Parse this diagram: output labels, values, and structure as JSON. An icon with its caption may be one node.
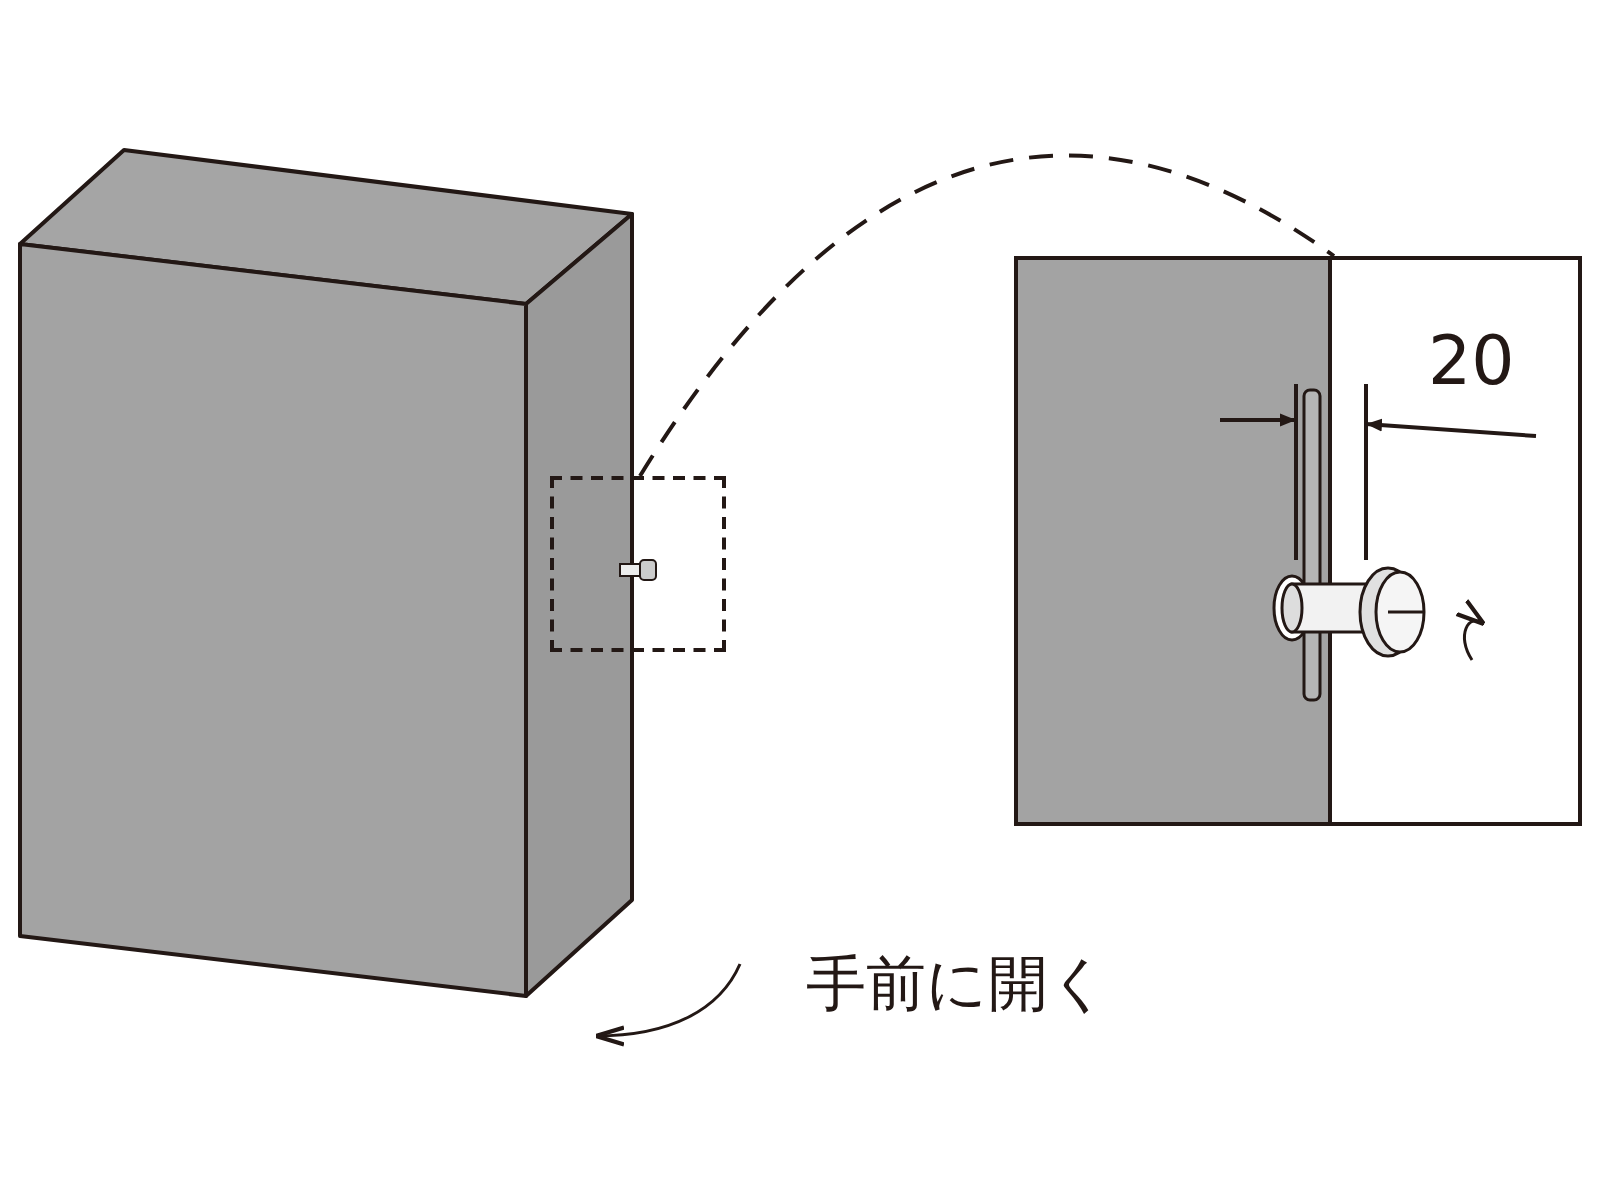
{
  "diagram": {
    "nodes": [
      {
        "text": [],
        "shape": "box"
      },
      {
        "text": [],
        "shape": "picture"
      }
    ],
    "edges": [
      {
        "from": 0,
        "to": 1,
        "arrow": "none",
        "style": "dashed"
      }
    ],
    "labels": [
      "20",
      "手前に開く"
    ]
  }
}
